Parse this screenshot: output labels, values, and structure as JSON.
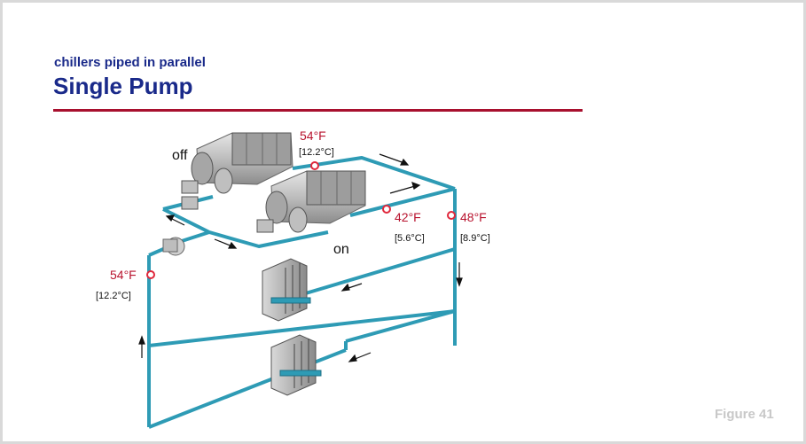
{
  "slide": {
    "subtitle": "chillers piped in parallel",
    "title": "Single Pump",
    "figure_label": "Figure 41"
  },
  "diagram": {
    "chiller_off_label": "off",
    "chiller_on_label": "on",
    "sensors": {
      "chiller_supply_top": {
        "temp_f": "54°F",
        "temp_c": "[12.2°C]"
      },
      "chiller_on_outlet": {
        "temp_f": "42°F",
        "temp_c": "[5.6°C]"
      },
      "supply_main": {
        "temp_f": "48°F",
        "temp_c": "[8.9°C]"
      },
      "return_main": {
        "temp_f": "54°F",
        "temp_c": "[12.2°C]"
      }
    }
  },
  "colors": {
    "pipe": "#2e9bb5",
    "pipe_dark": "#1d6f85",
    "title_blue": "#1a2a8a",
    "accent_red": "#a8102e",
    "sensor_red": "#e0283c"
  }
}
